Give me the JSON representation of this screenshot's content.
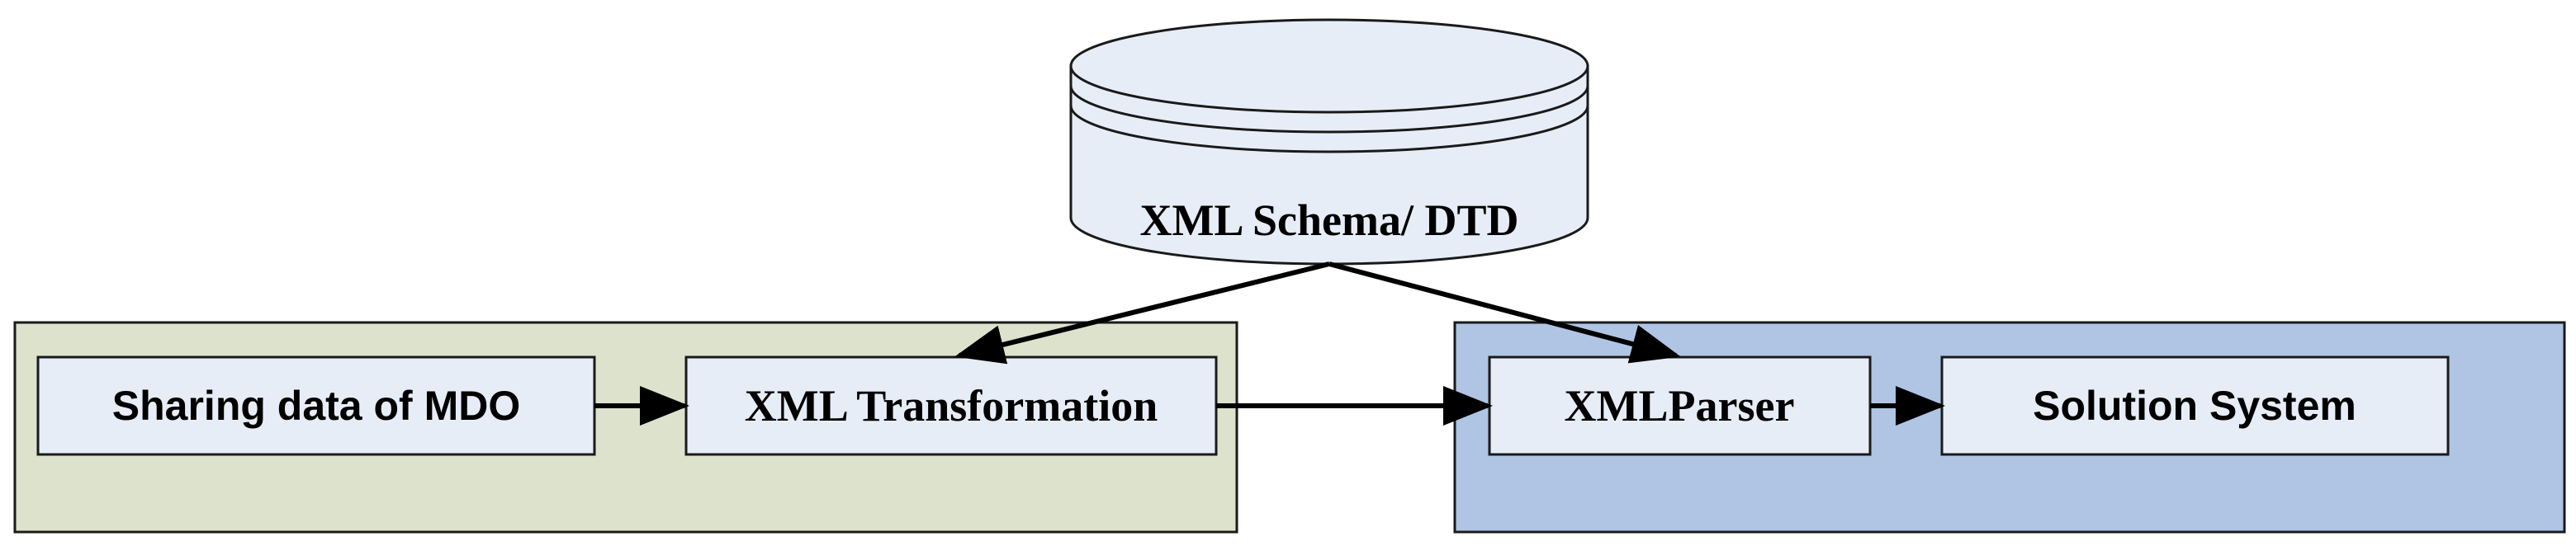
{
  "database": {
    "label": "XML Schema/ DTD"
  },
  "nodes": {
    "sharing": "Sharing data of MDO",
    "transformation": "XML Transformation",
    "parser": "XMLParser",
    "solution": "Solution System"
  },
  "colors": {
    "left_group_fill": "#dde2cd",
    "right_group_fill": "#b0c5e4",
    "node_fill": "#e7edf7",
    "database_fill": "#e7edf7",
    "stroke": "#1a1a1a"
  }
}
